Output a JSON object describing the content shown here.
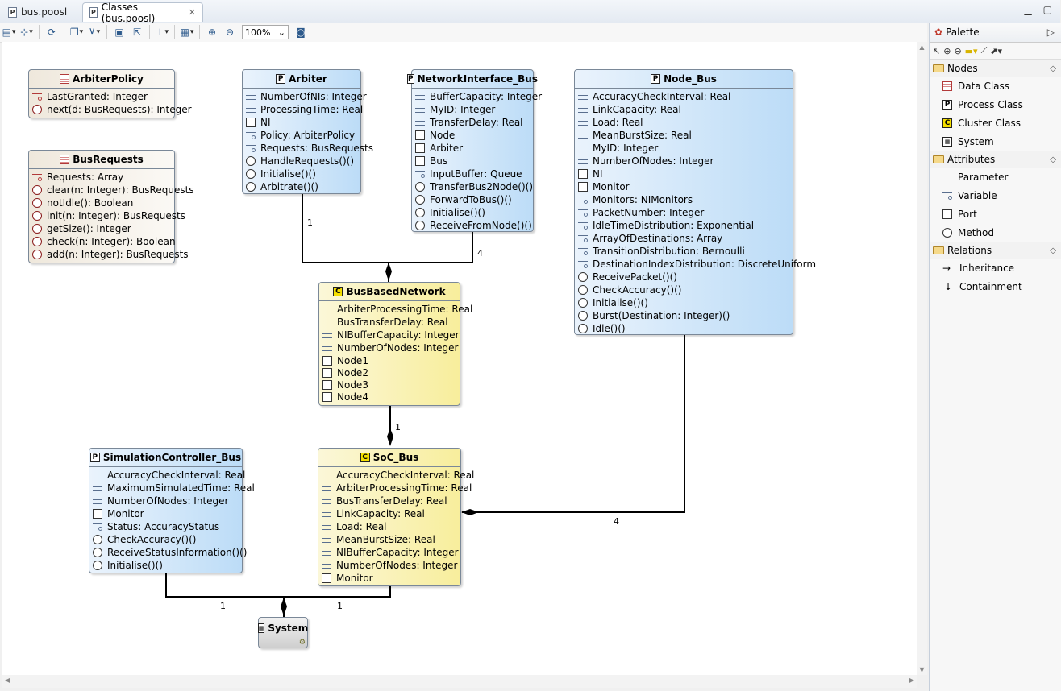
{
  "tabs": [
    {
      "label": "bus.poosl"
    },
    {
      "label": "Classes (bus.poosl)"
    }
  ],
  "toolbar": {
    "zoom": "100%"
  },
  "palette": {
    "title": "Palette",
    "groups": [
      {
        "label": "Nodes",
        "items": [
          {
            "label": "Data Class",
            "icon": "data-class-icon"
          },
          {
            "label": "Process Class",
            "icon": "process-class-icon"
          },
          {
            "label": "Cluster Class",
            "icon": "cluster-class-icon"
          },
          {
            "label": "System",
            "icon": "system-icon"
          }
        ]
      },
      {
        "label": "Attributes",
        "items": [
          {
            "label": "Parameter",
            "icon": "parameter-icon"
          },
          {
            "label": "Variable",
            "icon": "variable-icon"
          },
          {
            "label": "Port",
            "icon": "port-icon"
          },
          {
            "label": "Method",
            "icon": "method-icon"
          }
        ]
      },
      {
        "label": "Relations",
        "items": [
          {
            "label": "Inheritance",
            "icon": "inheritance-icon"
          },
          {
            "label": "Containment",
            "icon": "containment-icon"
          }
        ]
      }
    ]
  },
  "classes": {
    "arbiter_policy": {
      "name": "ArbiterPolicy",
      "members": [
        {
          "icon": "var",
          "text": "LastGranted: Integer"
        },
        {
          "icon": "meth",
          "text": "next(d: BusRequests): Integer"
        }
      ]
    },
    "bus_requests": {
      "name": "BusRequests",
      "members": [
        {
          "icon": "var",
          "text": "Requests: Array"
        },
        {
          "icon": "meth",
          "text": "clear(n: Integer): BusRequests"
        },
        {
          "icon": "meth",
          "text": "notIdle(): Boolean"
        },
        {
          "icon": "meth",
          "text": "init(n: Integer): BusRequests"
        },
        {
          "icon": "meth",
          "text": "getSize(): Integer"
        },
        {
          "icon": "meth",
          "text": "check(n: Integer): Boolean"
        },
        {
          "icon": "meth",
          "text": "add(n: Integer): BusRequests"
        }
      ]
    },
    "arbiter": {
      "name": "Arbiter",
      "members": [
        {
          "icon": "param",
          "text": "NumberOfNIs: Integer"
        },
        {
          "icon": "param",
          "text": "ProcessingTime: Real"
        },
        {
          "icon": "port",
          "text": "NI"
        },
        {
          "icon": "var",
          "text": "Policy: ArbiterPolicy"
        },
        {
          "icon": "var",
          "text": "Requests: BusRequests"
        },
        {
          "icon": "meth",
          "text": "HandleRequests()()"
        },
        {
          "icon": "meth",
          "text": "Initialise()()"
        },
        {
          "icon": "meth",
          "text": "Arbitrate()()"
        }
      ]
    },
    "network_interface": {
      "name": "NetworkInterface_Bus",
      "members": [
        {
          "icon": "param",
          "text": "BufferCapacity: Integer"
        },
        {
          "icon": "param",
          "text": "MyID: Integer"
        },
        {
          "icon": "param",
          "text": "TransferDelay: Real"
        },
        {
          "icon": "port",
          "text": "Node"
        },
        {
          "icon": "port",
          "text": "Arbiter"
        },
        {
          "icon": "port",
          "text": "Bus"
        },
        {
          "icon": "var",
          "text": "InputBuffer: Queue"
        },
        {
          "icon": "meth",
          "text": "TransferBus2Node()()"
        },
        {
          "icon": "meth",
          "text": "ForwardToBus()()"
        },
        {
          "icon": "meth",
          "text": "Initialise()()"
        },
        {
          "icon": "meth",
          "text": "ReceiveFromNode()()"
        }
      ]
    },
    "node_bus": {
      "name": "Node_Bus",
      "members": [
        {
          "icon": "param",
          "text": "AccuracyCheckInterval: Real"
        },
        {
          "icon": "param",
          "text": "LinkCapacity: Real"
        },
        {
          "icon": "param",
          "text": "Load: Real"
        },
        {
          "icon": "param",
          "text": "MeanBurstSize: Real"
        },
        {
          "icon": "param",
          "text": "MyID: Integer"
        },
        {
          "icon": "param",
          "text": "NumberOfNodes: Integer"
        },
        {
          "icon": "port",
          "text": "NI"
        },
        {
          "icon": "port",
          "text": "Monitor"
        },
        {
          "icon": "var",
          "text": "Monitors: NIMonitors"
        },
        {
          "icon": "var",
          "text": "PacketNumber: Integer"
        },
        {
          "icon": "var",
          "text": "IdleTimeDistribution: Exponential"
        },
        {
          "icon": "var",
          "text": "ArrayOfDestinations: Array"
        },
        {
          "icon": "var",
          "text": "TransitionDistribution: Bernoulli"
        },
        {
          "icon": "var",
          "text": "DestinationIndexDistribution: DiscreteUniform"
        },
        {
          "icon": "meth",
          "text": "ReceivePacket()()"
        },
        {
          "icon": "meth",
          "text": "CheckAccuracy()()"
        },
        {
          "icon": "meth",
          "text": "Initialise()()"
        },
        {
          "icon": "meth",
          "text": "Burst(Destination: Integer)()"
        },
        {
          "icon": "meth",
          "text": "Idle()()"
        }
      ]
    },
    "bus_based_network": {
      "name": "BusBasedNetwork",
      "members": [
        {
          "icon": "param",
          "text": "ArbiterProcessingTime: Real"
        },
        {
          "icon": "param",
          "text": "BusTransferDelay: Real"
        },
        {
          "icon": "param",
          "text": "NIBufferCapacity: Integer"
        },
        {
          "icon": "param",
          "text": "NumberOfNodes: Integer"
        },
        {
          "icon": "port",
          "text": "Node1"
        },
        {
          "icon": "port",
          "text": "Node2"
        },
        {
          "icon": "port",
          "text": "Node3"
        },
        {
          "icon": "port",
          "text": "Node4"
        }
      ]
    },
    "simulation_controller": {
      "name": "SimulationController_Bus",
      "members": [
        {
          "icon": "param",
          "text": "AccuracyCheckInterval: Real"
        },
        {
          "icon": "param",
          "text": "MaximumSimulatedTime: Real"
        },
        {
          "icon": "param",
          "text": "NumberOfNodes: Integer"
        },
        {
          "icon": "port",
          "text": "Monitor"
        },
        {
          "icon": "var",
          "text": "Status: AccuracyStatus"
        },
        {
          "icon": "meth",
          "text": "CheckAccuracy()()"
        },
        {
          "icon": "meth",
          "text": "ReceiveStatusInformation()()"
        },
        {
          "icon": "meth",
          "text": "Initialise()()"
        }
      ]
    },
    "soc_bus": {
      "name": "SoC_Bus",
      "members": [
        {
          "icon": "param",
          "text": "AccuracyCheckInterval: Real"
        },
        {
          "icon": "param",
          "text": "ArbiterProcessingTime: Real"
        },
        {
          "icon": "param",
          "text": "BusTransferDelay: Real"
        },
        {
          "icon": "param",
          "text": "LinkCapacity: Real"
        },
        {
          "icon": "param",
          "text": "Load: Real"
        },
        {
          "icon": "param",
          "text": "MeanBurstSize: Real"
        },
        {
          "icon": "param",
          "text": "NIBufferCapacity: Integer"
        },
        {
          "icon": "param",
          "text": "NumberOfNodes: Integer"
        },
        {
          "icon": "port",
          "text": "Monitor"
        }
      ]
    },
    "system": {
      "name": "System",
      "members": []
    }
  },
  "multiplicities": {
    "arbiter": "1",
    "network_interface": "4",
    "bus_network_to_soc": "1",
    "node_bus": "4",
    "sim_controller": "1",
    "soc_to_system": "1"
  }
}
